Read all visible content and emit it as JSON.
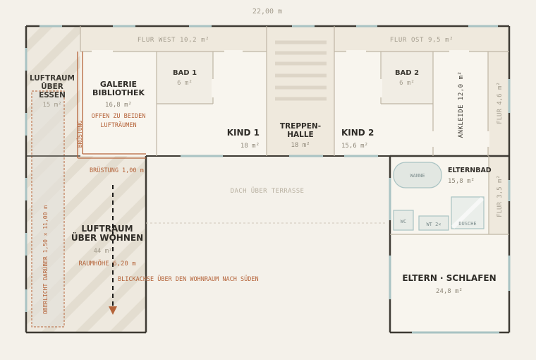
{
  "dimensions": {
    "overall_width": "22,00 m"
  },
  "rooms": {
    "luftraum_essen": {
      "name_line1": "LUFTRAUM",
      "name_line2": "ÜBER",
      "name_line3": "ESSEN",
      "area": "15 m²"
    },
    "galerie": {
      "name_line1": "GALERIE",
      "name_line2": "BIBLIOTHEK",
      "area": "16,8 m²",
      "note_line1": "OFFEN ZU BEIDEN",
      "note_line2": "LUFTRÄUMEN"
    },
    "bad1": {
      "name": "BAD 1",
      "area": "6 m²"
    },
    "kind1": {
      "name": "KIND 1",
      "area": "18 m²"
    },
    "treppenhalle": {
      "name_line1": "TREPPEN-",
      "name_line2": "HALLE",
      "area": "18 m²"
    },
    "kind2": {
      "name": "KIND 2",
      "area": "15,6 m²"
    },
    "bad2": {
      "name": "BAD 2",
      "area": "6 m²"
    },
    "ankleide": {
      "label": "ANKLEIDE 12,0 m²"
    },
    "flur_west": {
      "label": "FLUR WEST 10,2 m²"
    },
    "flur_ost": {
      "label": "FLUR OST 9,5 m²"
    },
    "flur_right_upper": {
      "label": "FLUR 4,6 m²"
    },
    "flur_right_lower": {
      "label": "FLUR 3,5 m²"
    },
    "luftraum_wohnen": {
      "name_line1": "LUFTRAUM",
      "name_line2": "ÜBER WOHNEN",
      "area": "44 m²",
      "height": "RAUMHÖHE 6,20 m"
    },
    "elternbad": {
      "name": "ELTERNBAD",
      "area": "15,8 m²",
      "fixture_wanne": "WANNE",
      "fixture_wc": "WC",
      "fixture_wt": "WT 2×",
      "fixture_dusche": "DUSCHE"
    },
    "eltern_schlafen": {
      "name": "ELTERN · SCHLAFEN",
      "area": "24,8 m²"
    }
  },
  "annotations": {
    "dach_terrasse": "DACH ÜBER TERRASSE",
    "bruestung_vertical": "BRÜSTUNG",
    "bruestung_horizontal": "BRÜSTUNG 1,00 m",
    "oberlicht": "OBERLICHT DARÜBER 1,50 × 11,00 m",
    "blickachse": "BLICKACHSE ÜBER DEN WOHNRAUM NACH SÜDEN"
  },
  "colors": {
    "background": "#f4f1ea",
    "room_fill": "#f8f5ee",
    "corridor_fill": "#efe9dd",
    "wall": "#3d3a33",
    "accent": "#b5643a",
    "window": "#a9c3c3",
    "muted_text": "#a39c8d",
    "dark_text": "#2f2c27"
  }
}
